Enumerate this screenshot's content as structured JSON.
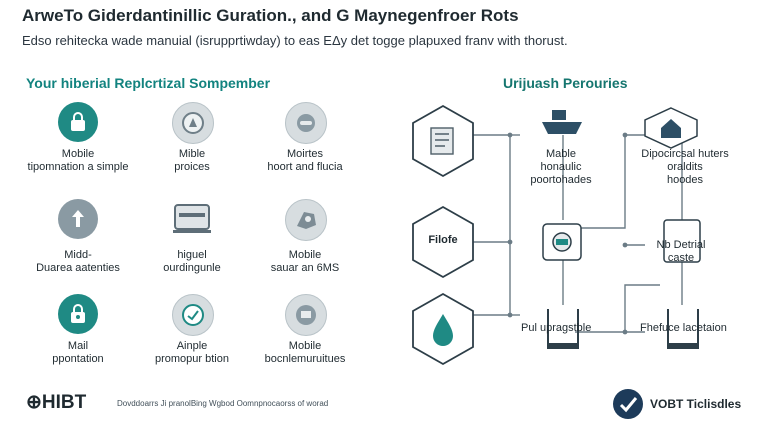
{
  "header": {
    "title": "ArweTo Giderdantinillic Guration., and G Maynegenfroer Rots",
    "subtitle": "Edso rehitecka wade manuial (isrupprtiwday) to eas EΔy det togge plapuxed franv with thorust."
  },
  "left_panel": {
    "title": "Your hiberial Replcrtizal Sompember",
    "items": [
      {
        "line1": "Mobile",
        "line2": "tipomnation a simple",
        "icon": "lock-icon"
      },
      {
        "line1": "Mible",
        "line2": "proices",
        "icon": "compass-icon"
      },
      {
        "line1": "Moirtes",
        "line2": "hoort and flucia",
        "icon": "cloud-icon"
      },
      {
        "line1": "Midd-",
        "line2": "Duarea aatenties",
        "icon": "upload-icon"
      },
      {
        "line1": "higuel",
        "line2": "ourdingunle",
        "icon": "laptop-icon"
      },
      {
        "line1": "Mobile",
        "line2": "sauar an 6MS",
        "icon": "map-icon"
      },
      {
        "line1": "Mail",
        "line2": "ppontation",
        "icon": "padlock-icon"
      },
      {
        "line1": "Ainple",
        "line2": "promopur btion",
        "icon": "badge-icon"
      },
      {
        "line1": "Mobile",
        "line2": "bocnlemuruitues",
        "icon": "monitor-icon"
      }
    ]
  },
  "right_panel": {
    "title": "Urijuash Perouries",
    "hex_nodes": [
      {
        "label": "",
        "icon": "document-icon"
      },
      {
        "label": "Filofe",
        "icon": ""
      },
      {
        "label": "",
        "icon": "water-drop-icon"
      }
    ],
    "nodes": [
      {
        "label": "Mable\nhonaulic\npoortohades",
        "icon": "ship-icon"
      },
      {
        "label": "",
        "icon": "device-icon"
      },
      {
        "label": "Pul upragstble",
        "icon": "pipe-icon"
      },
      {
        "label": "Dipocircsal huters\noraldits\nhoodes",
        "icon": "house-icon"
      },
      {
        "label": "Nb Detrial\ncaste",
        "icon": "box-icon"
      },
      {
        "label": "Fhefuce lacetaion",
        "icon": "pipe-icon"
      }
    ]
  },
  "footer": {
    "left_logo": "⊕HIBT",
    "left_text": "Dovddoarrs Ji pranolBing Wgbod Oomnpnocaorss of worad",
    "right_text": "VOBT Ticlisdles",
    "right_icon": "check-badge-icon"
  },
  "colors": {
    "teal": "#1f8a84",
    "title_teal": "#12837f",
    "navy": "#1d3b5a",
    "grey": "#d7dde0"
  }
}
